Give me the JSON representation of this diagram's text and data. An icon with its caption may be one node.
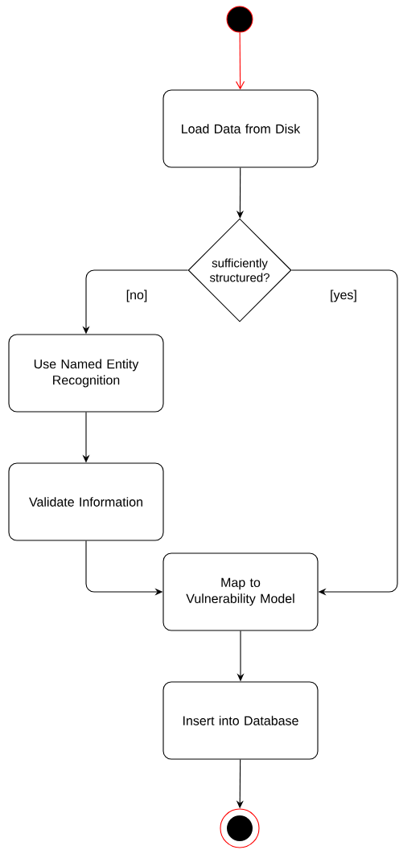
{
  "diagram": {
    "nodes": [
      {
        "text": [],
        "shape": "circle"
      },
      {
        "text": [
          "Load Data from Disk"
        ]
      },
      {
        "text": [
          "sufficiently structured?"
        ]
      },
      {
        "text": [
          "Use Named Entity Recognition"
        ]
      },
      {
        "text": [
          "Validate Information"
        ]
      },
      {
        "text": [
          "Map to Vulnerability Model"
        ]
      },
      {
        "text": [
          "Insert into Database"
        ]
      },
      {
        "text": [],
        "shape": "circle"
      }
    ],
    "edges": [
      {
        "from": 0,
        "to": 1,
        "arrow": "to",
        "color": "#ff0000"
      },
      {
        "from": 1,
        "to": 2,
        "arrow": "to"
      },
      {
        "from": 2,
        "to": 3,
        "arrow": "to",
        "label": "[no]"
      },
      {
        "from": 2,
        "to": 5,
        "arrow": "to",
        "label": "[yes]"
      },
      {
        "from": 3,
        "to": 4,
        "arrow": "to"
      },
      {
        "from": 4,
        "to": 5,
        "arrow": "to"
      },
      {
        "from": 5,
        "to": 6,
        "arrow": "to"
      },
      {
        "from": 6,
        "to": 7,
        "arrow": "to"
      }
    ]
  }
}
